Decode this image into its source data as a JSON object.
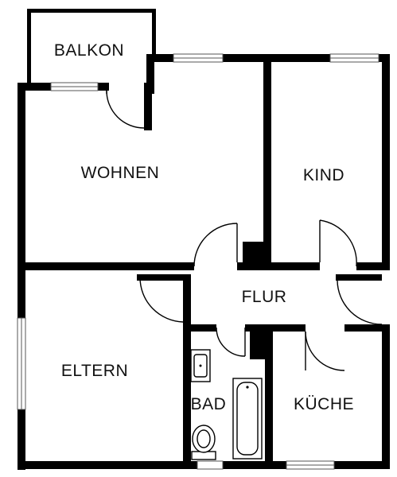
{
  "rooms": {
    "balkon": "BALKON",
    "wohnen": "WOHNEN",
    "kind": "KIND",
    "flur": "FLUR",
    "eltern": "ELTERN",
    "bad": "BAD",
    "kueche": "KÜCHE"
  },
  "colors": {
    "wall": "#000000",
    "background": "#ffffff",
    "label": "#111111"
  }
}
